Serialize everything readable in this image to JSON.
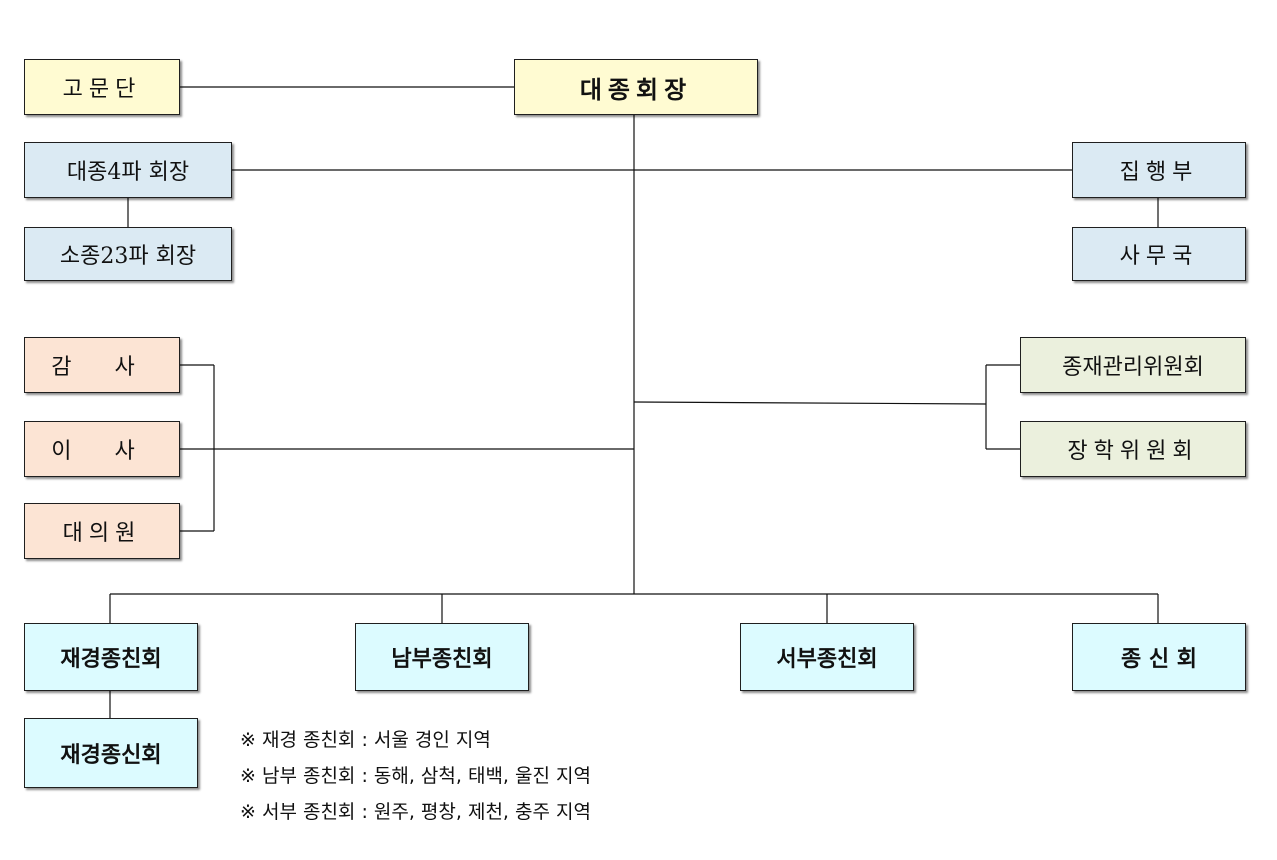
{
  "nodes": {
    "chairman": "대종회장",
    "advisors": "고문단",
    "major_branch_heads": "대종4파 회장",
    "minor_branch_heads": "소종23파 회장",
    "executive": "집행부",
    "secretariat": "사무국",
    "auditor": "감 사",
    "director": "이 사",
    "delegate": "대의원",
    "property_committee": "종재관리위원회",
    "scholarship_committee": "장학위원회",
    "jaegyeong": "재경종친회",
    "jaegyeong_youth": "재경종신회",
    "nambu": "남부종친회",
    "seobu": "서부종친회",
    "jongsin": "종 신 회"
  },
  "notes": [
    "※ 재경 종친회 : 서울 경인 지역",
    "※ 남부 종친회 : 동해, 삼척, 태백, 울진 지역",
    "※ 서부 종친회 : 원주, 평창, 제천, 충주 지역"
  ],
  "colors": {
    "top": "#fffbd2",
    "branch": "#dbeaf3",
    "audit": "#fce4d4",
    "committee": "#ebf0dd",
    "regional": "#dcfbff"
  }
}
